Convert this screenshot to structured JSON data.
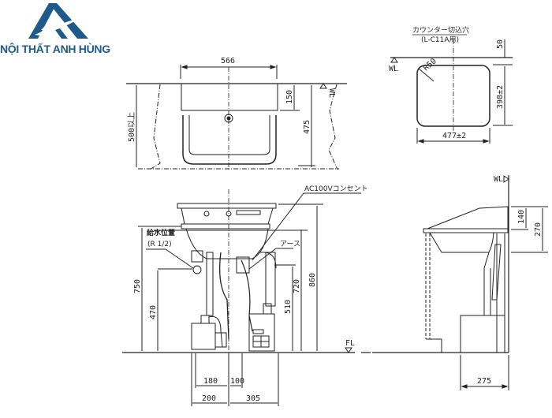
{
  "brand": {
    "name": "NỘI THẤT ANH HÙNG",
    "color": "#1f5a8c"
  },
  "drawing": {
    "line_color": "#222222",
    "top_view": {
      "width_dim": "566",
      "depth_dim_150": "150",
      "depth_dim_475": "475",
      "min_counter": "500以上",
      "wl_label": "WL"
    },
    "cutout_view": {
      "title": "カウンター切込穴",
      "subtitle": "(L-C11A用)",
      "dim_50": "50",
      "dim_height": "398±2",
      "dim_width": "477±2",
      "radius": "R50",
      "wl_label": "WL"
    },
    "front_view": {
      "outlet_label": "AC100Vコンセント",
      "earth_label": "アース",
      "supply_label": "給水位置",
      "supply_size": "(R 1/2)",
      "dim_750": "750",
      "dim_470": "470",
      "dim_720": "720",
      "dim_510": "510",
      "dim_860": "860",
      "dim_180": "180",
      "dim_100": "100",
      "dim_200": "200",
      "dim_305": "305",
      "fl_label": "FL"
    },
    "side_view": {
      "wl_label": "WL",
      "dim_140": "140",
      "dim_270": "270",
      "dim_275": "275"
    }
  }
}
